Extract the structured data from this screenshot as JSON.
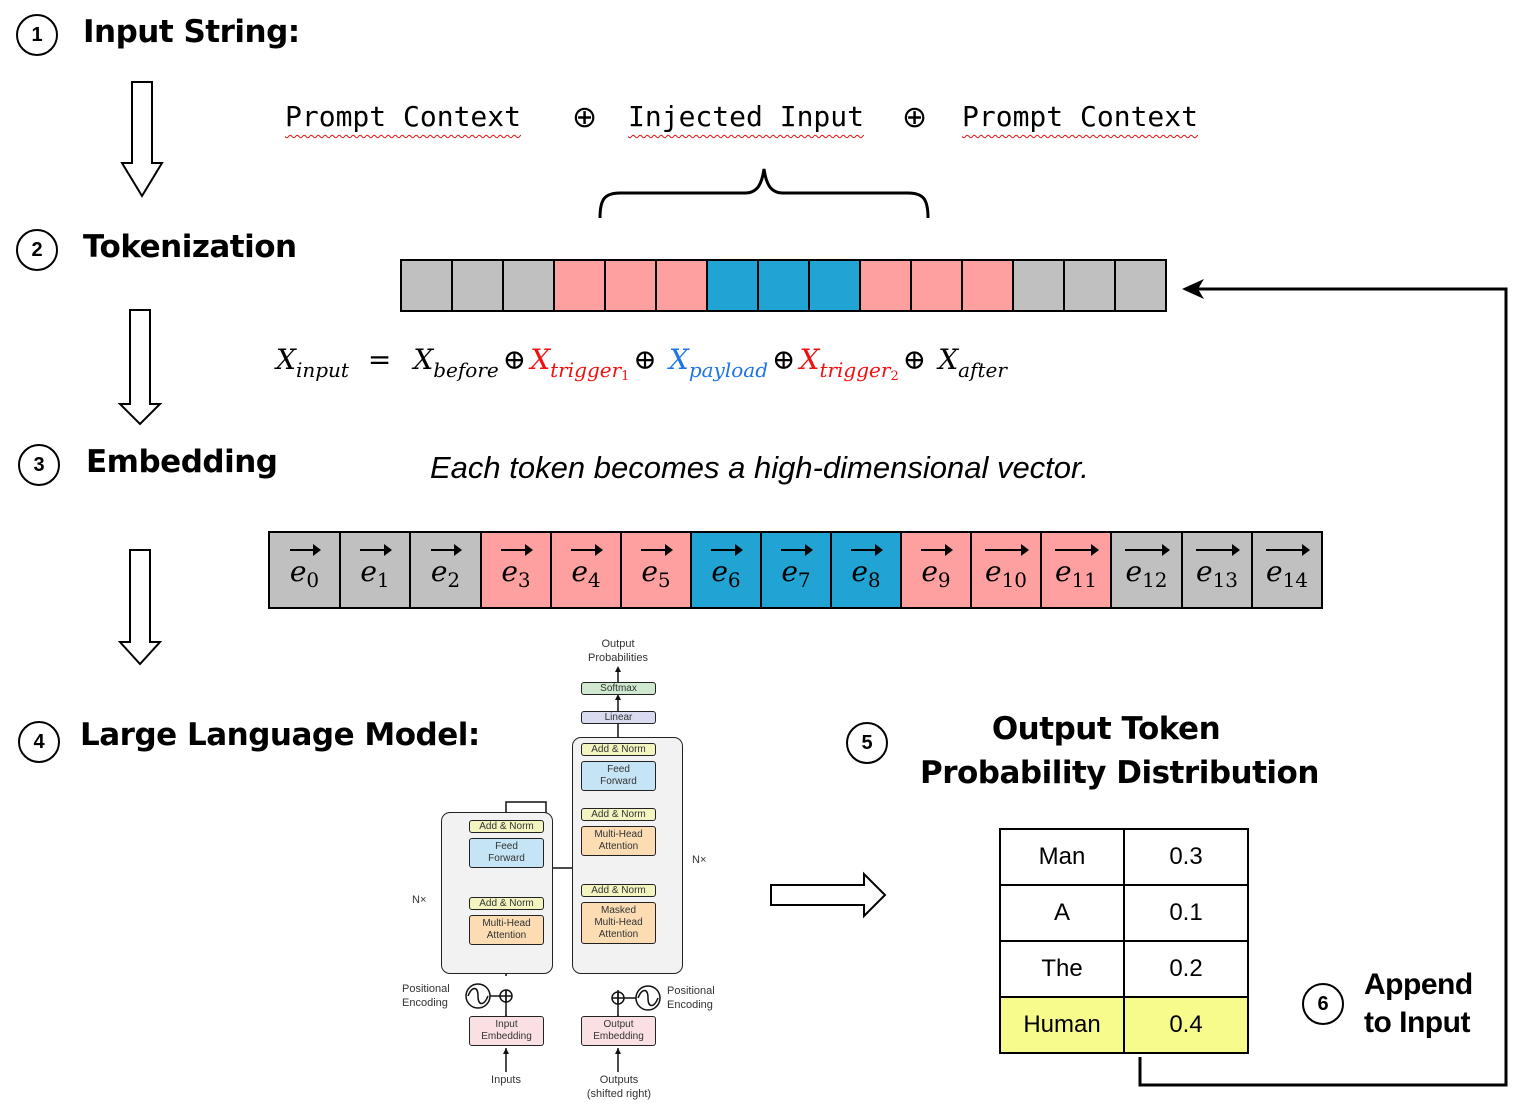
{
  "steps": [
    {
      "number": "1",
      "label": "Input String:"
    },
    {
      "number": "2",
      "label": "Tokenization"
    },
    {
      "number": "3",
      "label": "Embedding"
    },
    {
      "number": "4",
      "label": "Large Language Model:"
    },
    {
      "number": "5",
      "label_line1": "Output Token",
      "label_line2": "Probability Distribution"
    },
    {
      "number": "6",
      "label_line1": "Append",
      "label_line2": "to Input"
    }
  ],
  "input_string": {
    "segments": [
      "Prompt Context",
      "Injected Input",
      "Prompt Context"
    ],
    "operator": "⊕"
  },
  "tokens": {
    "colors": {
      "context": "#c0c0c0",
      "trigger": "#ffa0a0",
      "payload": "#21a3d4"
    },
    "types": [
      "context",
      "context",
      "context",
      "trigger",
      "trigger",
      "trigger",
      "payload",
      "payload",
      "payload",
      "trigger",
      "trigger",
      "trigger",
      "context",
      "context",
      "context"
    ]
  },
  "formula": {
    "lhs": "X",
    "lhs_sub": "input",
    "eq": "=",
    "terms": [
      {
        "base": "X",
        "sub": "before",
        "subsub": "",
        "color": "black"
      },
      {
        "base": "X",
        "sub": "trigger",
        "subsub": "1",
        "color": "red"
      },
      {
        "base": "X",
        "sub": "payload",
        "subsub": "",
        "color": "blue"
      },
      {
        "base": "X",
        "sub": "trigger",
        "subsub": "2",
        "color": "red"
      },
      {
        "base": "X",
        "sub": "after",
        "subsub": "",
        "color": "black"
      }
    ],
    "operator": "⊕"
  },
  "embedding": {
    "caption": "Each token becomes a high-dimensional vector.",
    "symbol": "e",
    "indices": [
      "0",
      "1",
      "2",
      "3",
      "4",
      "5",
      "6",
      "7",
      "8",
      "9",
      "10",
      "11",
      "12",
      "13",
      "14"
    ]
  },
  "transformer": {
    "output_probabilities": [
      "Output",
      "Probabilities"
    ],
    "softmax": "Softmax",
    "linear": "Linear",
    "add_norm": "Add & Norm",
    "feed_forward": [
      "Feed",
      "Forward"
    ],
    "multi_head_attention": [
      "Multi-Head",
      "Attention"
    ],
    "masked_multi_head_attention": [
      "Masked",
      "Multi-Head",
      "Attention"
    ],
    "nx": "N×",
    "positional_encoding": [
      "Positional",
      "Encoding"
    ],
    "input_embedding": [
      "Input",
      "Embedding"
    ],
    "output_embedding": [
      "Output",
      "Embedding"
    ],
    "inputs": "Inputs",
    "outputs": [
      "Outputs",
      "(shifted right)"
    ]
  },
  "probability_table": {
    "rows": [
      {
        "token": "Man",
        "prob": "0.3",
        "highlighted": false
      },
      {
        "token": "A",
        "prob": "0.1",
        "highlighted": false
      },
      {
        "token": "The",
        "prob": "0.2",
        "highlighted": false
      },
      {
        "token": "Human",
        "prob": "0.4",
        "highlighted": true
      }
    ],
    "highlight_color": "#f7fb8c"
  }
}
